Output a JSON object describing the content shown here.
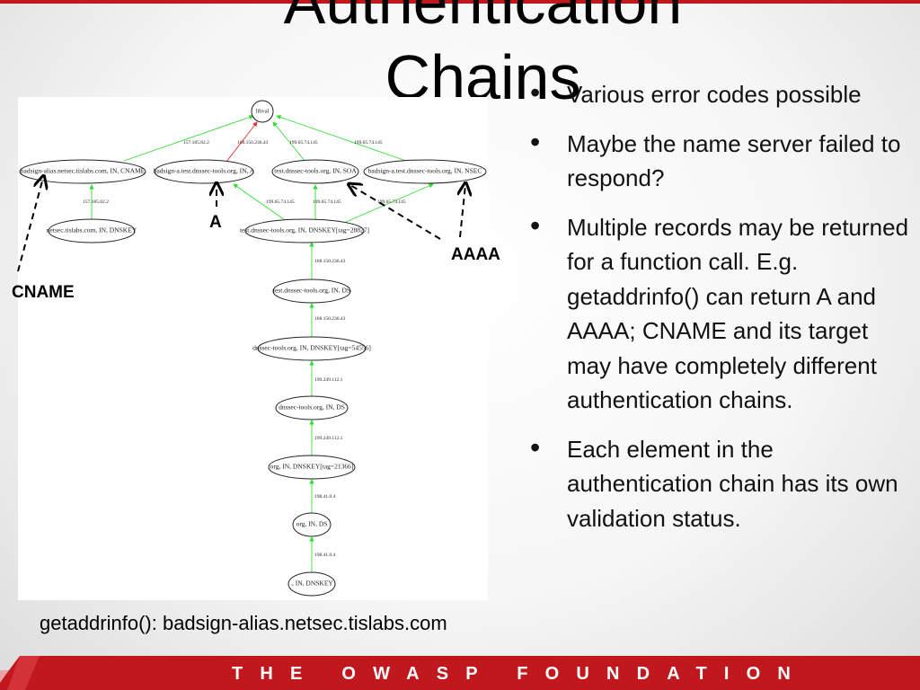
{
  "slide": {
    "title": "Authentication Chains",
    "caption": "getaddrinfo(): badsign-alias.netsec.tislabs.com",
    "footer": "THE OWASP FOUNDATION",
    "accent_color": "#c0181d"
  },
  "bullets": [
    "Various error codes possible",
    "Maybe the name server failed to respond?",
    "Multiple records may be returned for a function call. E.g. getaddrinfo() can return A and AAAA; CNAME and its target may have completely different authentication chains.",
    "Each element in the authentication chain has its own validation status."
  ],
  "annotations": {
    "a": "A",
    "aaaa": "AAAA",
    "cname": "CNAME"
  },
  "diagram": {
    "nodes": {
      "libval": "libval",
      "cname": "badsign-alias.netsec.tislabs.com, IN, CNAME",
      "a": "badsign-a.test.dnssec-tools.org, IN, A",
      "soa": "test.dnssec-tools.org, IN, SOA",
      "nsec": "badsign-a.test.dnssec-tools.org, IN, NSEC",
      "tislabs_dnskey": "netsec.tislabs.com, IN, DNSKEY",
      "test_dnskey": "test.dnssec-tools.org, IN, DNSKEY[tag=28827]",
      "test_ds": "test.dnssec-tools.org, IN, DS",
      "dt_dnskey": "dnssec-tools.org, IN, DNSKEY[tag=54556]",
      "dt_ds": "dnssec-tools.org, IN, DS",
      "org_dnskey": "org, IN, DNSKEY[tag=21366]",
      "org_ds": "org, IN, DS",
      "root_dnskey": "., IN, DNSKEY"
    },
    "edge_labels": {
      "cname_libval": "157.185.82.2",
      "a_libval": "168.150.236.43",
      "soa_libval": "199.65.74.145",
      "nsec_libval": "199.65.74.145",
      "tis_cname": "157.185.82.2",
      "testkey_a": "199.65.74.145",
      "testkey_soa": "199.65.74.145",
      "testkey_nsec": "199.65.74.145",
      "testds_testkey": "168.150.236.43",
      "dtkey_testds": "168.150.236.43",
      "dtds_dtkey": "199.249.112.1",
      "orgkey_dtds": "199.249.112.1",
      "orgds_orgkey": "198.41.0.4",
      "root_orgds": "198.41.0.4"
    },
    "colors": {
      "valid": "#33dd33",
      "invalid": "#dd3333",
      "node_stroke": "#222222"
    }
  }
}
